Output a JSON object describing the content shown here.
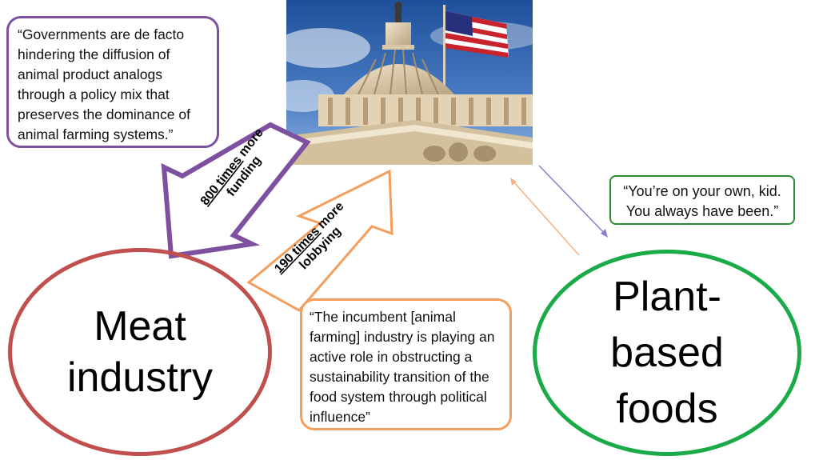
{
  "quotes": {
    "government": "“Governments are de facto hindering the diffusion of animal product analogs through a policy mix that preserves the dominance of animal farming systems.”",
    "incumbent": "“The incumbent [animal farming] industry is playing an active role in obstructing a sustainability transition of the food system through political influence”",
    "alone": "“You’re on your own, kid. You always have been.”"
  },
  "actors": {
    "meat_line1": "Meat",
    "meat_line2": "industry",
    "plant_line1": "Plant-",
    "plant_line2": "based",
    "plant_line3": "foods"
  },
  "arrows": {
    "funding_amount": "800 times",
    "funding_rest": " more",
    "funding_line2": "funding",
    "lobbying_amount": "190 times",
    "lobbying_rest": " more",
    "lobbying_line2": "lobbying"
  },
  "colors": {
    "purple": "#7d50a0",
    "orange": "#f49d5c",
    "red": "#c0504d",
    "green": "#1aaa48"
  },
  "image": {
    "subject": "US Capitol dome with American flag"
  }
}
